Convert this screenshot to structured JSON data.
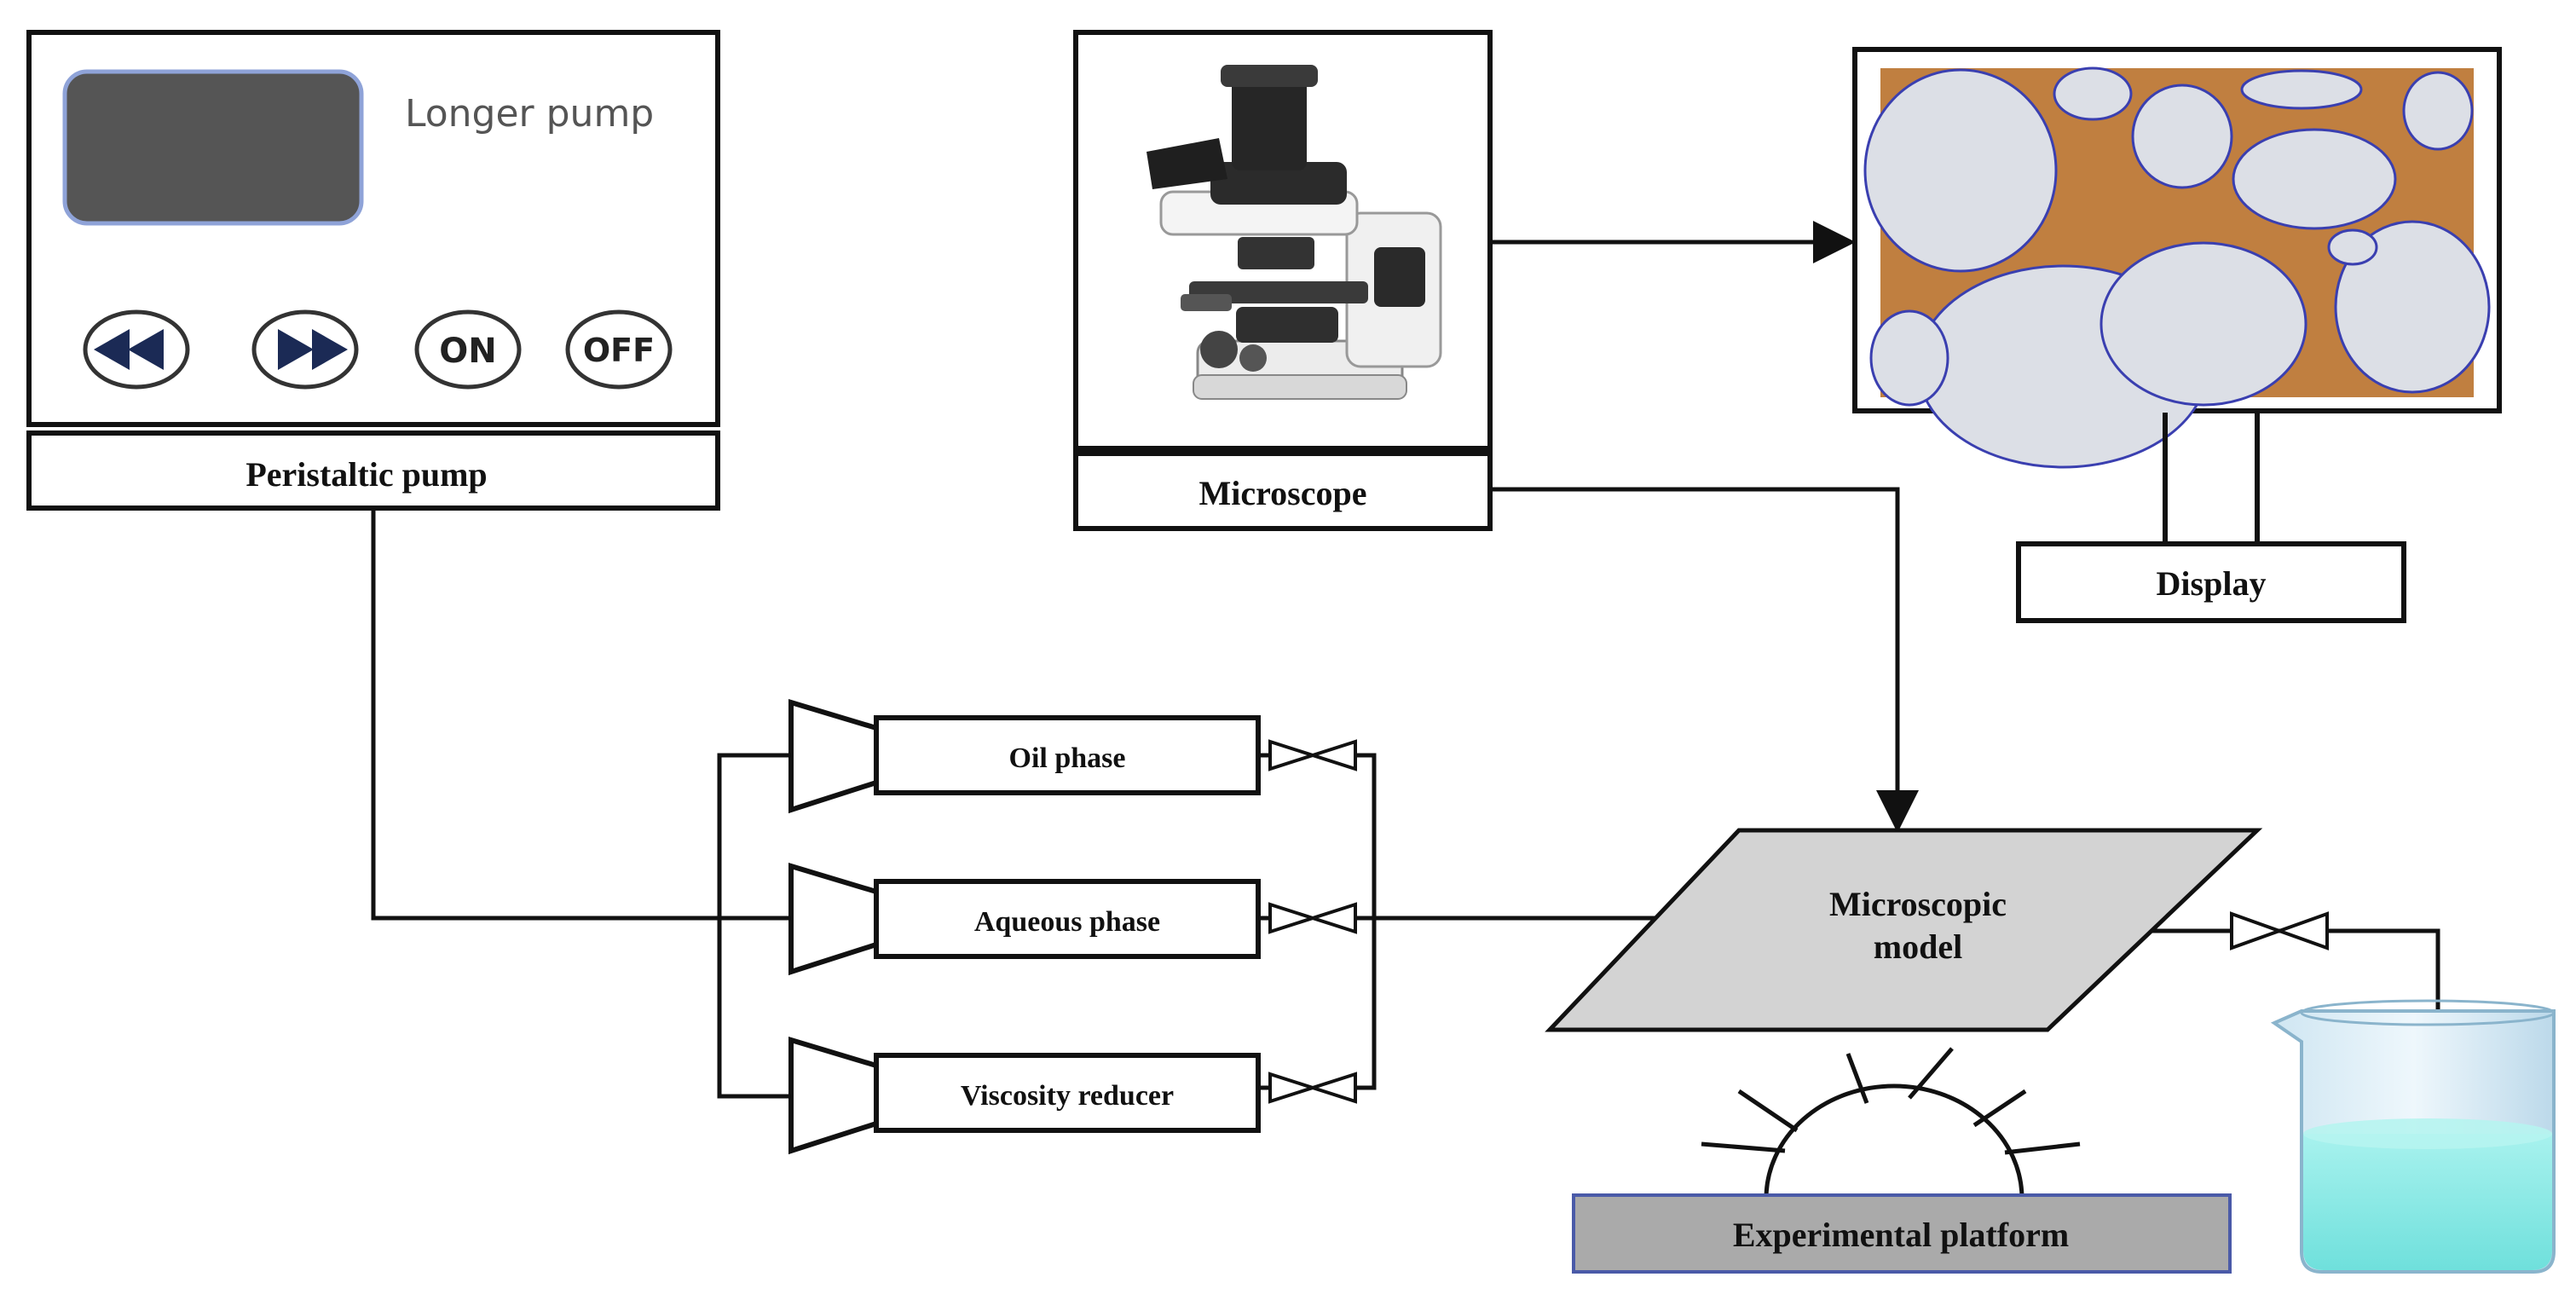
{
  "pump": {
    "brand_text": "Longer pump",
    "caption": "Peristaltic pump",
    "buttons": {
      "on_label": "ON",
      "off_label": "OFF"
    },
    "icons": [
      "rewind-icon",
      "fast-forward-icon"
    ]
  },
  "microscope": {
    "caption": "Microscope"
  },
  "display": {
    "caption": "Display"
  },
  "phases": {
    "oil": "Oil phase",
    "aqueous": "Aqueous phase",
    "viscosity": "Viscosity reducer"
  },
  "model": {
    "line1": "Microscopic",
    "line2": "model"
  },
  "platform": {
    "caption": "Experimental platform"
  },
  "colors": {
    "pump_screen": "#555555",
    "model_fill": "#d3d3d3",
    "platform_fill": "#aaaaaa",
    "liquid": "#7fe8e4",
    "stain": "#b5651d"
  }
}
